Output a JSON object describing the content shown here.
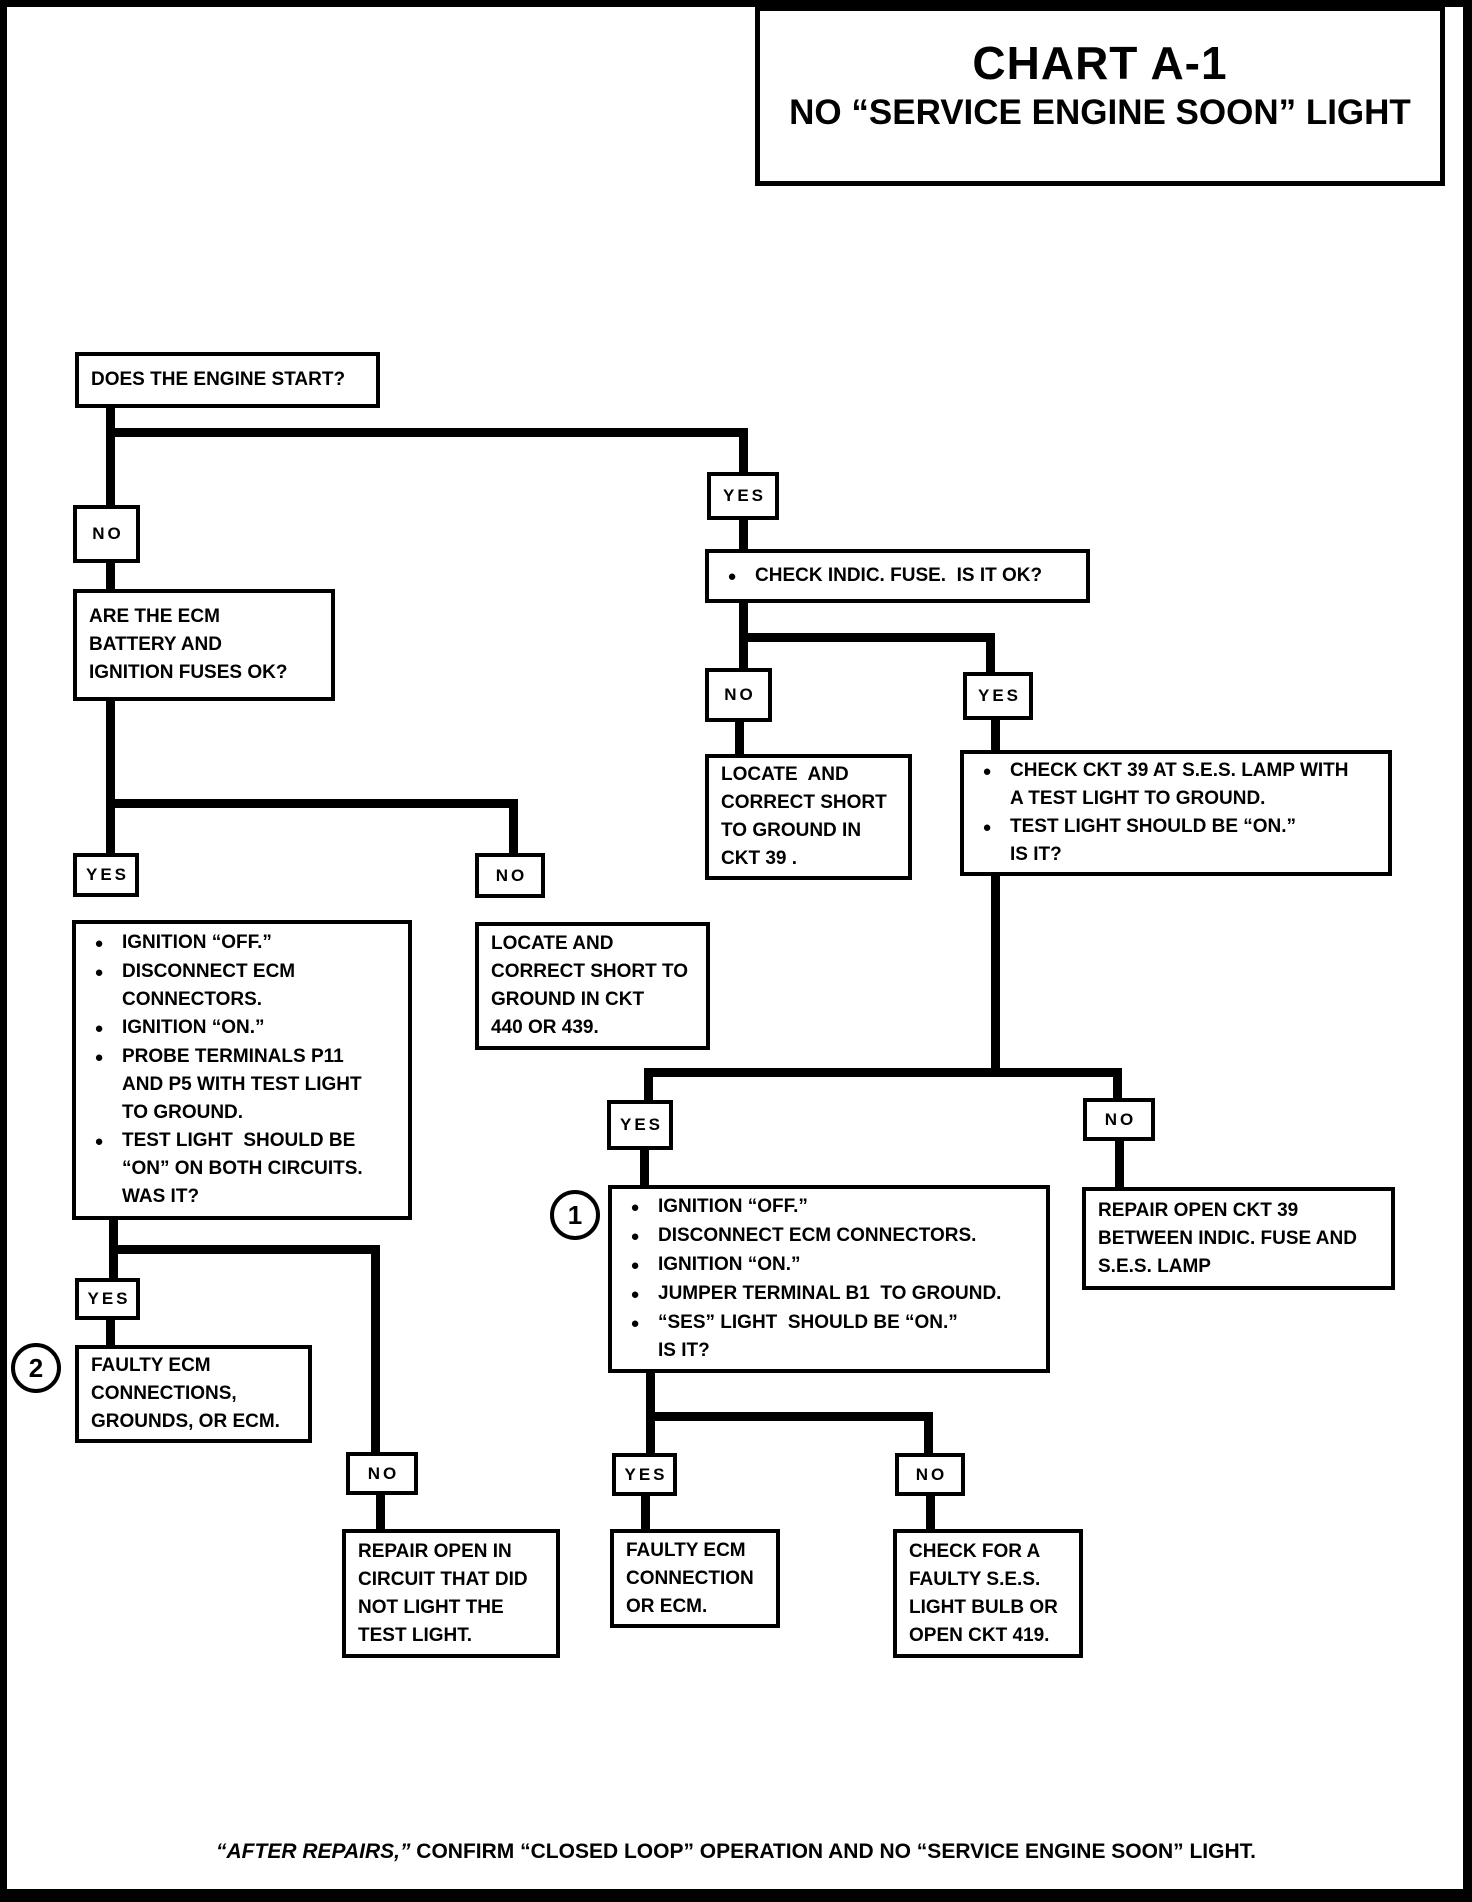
{
  "title": {
    "line1": "CHART A-1",
    "line2": "NO “SERVICE ENGINE SOON” LIGHT"
  },
  "labels": {
    "yes": "YES",
    "no": "NO"
  },
  "callouts": {
    "one": "1",
    "two": "2"
  },
  "nodes": {
    "start": "DOES THE ENGINE START?",
    "fuses": "ARE THE ECM\nBATTERY AND\nIGNITION FUSES OK?",
    "indic_bullets": [
      "CHECK INDIC. FUSE.  IS IT OK?"
    ],
    "locate39": "LOCATE  AND\nCORRECT SHORT\nTO GROUND IN\nCKT 39 .",
    "ckt39_bullets": [
      "CHECK CKT 39 AT S.E.S. LAMP WITH\nA TEST LIGHT TO GROUND.",
      "TEST LIGHT SHOULD BE “ON.”\nIS IT?"
    ],
    "probe_bullets": [
      "IGNITION “OFF.”",
      "DISCONNECT ECM\nCONNECTORS.",
      "IGNITION “ON.”",
      "PROBE TERMINALS P11\nAND P5 WITH TEST LIGHT\nTO GROUND.",
      "TEST LIGHT  SHOULD BE\n“ON” ON BOTH CIRCUITS.\nWAS IT?"
    ],
    "locate440": "LOCATE AND\nCORRECT SHORT TO\nGROUND IN CKT\n440 OR 439.",
    "jumper_bullets": [
      "IGNITION “OFF.”",
      "DISCONNECT ECM CONNECTORS.",
      "IGNITION “ON.”",
      "JUMPER TERMINAL B1  TO GROUND.",
      "“SES” LIGHT  SHOULD BE “ON.”\nIS IT?"
    ],
    "repair39": "REPAIR OPEN CKT 39\nBETWEEN INDIC. FUSE AND\nS.E.S. LAMP",
    "faulty_ecm_grounds": "FAULTY ECM\nCONNECTIONS,\nGROUNDS, OR ECM.",
    "repair_open": "REPAIR OPEN IN\nCIRCUIT THAT DID\nNOT LIGHT THE\nTEST LIGHT.",
    "faulty_ecm_connection": "FAULTY ECM\nCONNECTION\nOR ECM.",
    "check_bulb": "CHECK FOR A\nFAULTY S.E.S.\nLIGHT BULB OR\nOPEN CKT 419."
  },
  "footer": {
    "italic": "“AFTER REPAIRS,”",
    "rest": " CONFIRM “CLOSED LOOP” OPERATION AND NO “SERVICE ENGINE SOON” LIGHT."
  }
}
